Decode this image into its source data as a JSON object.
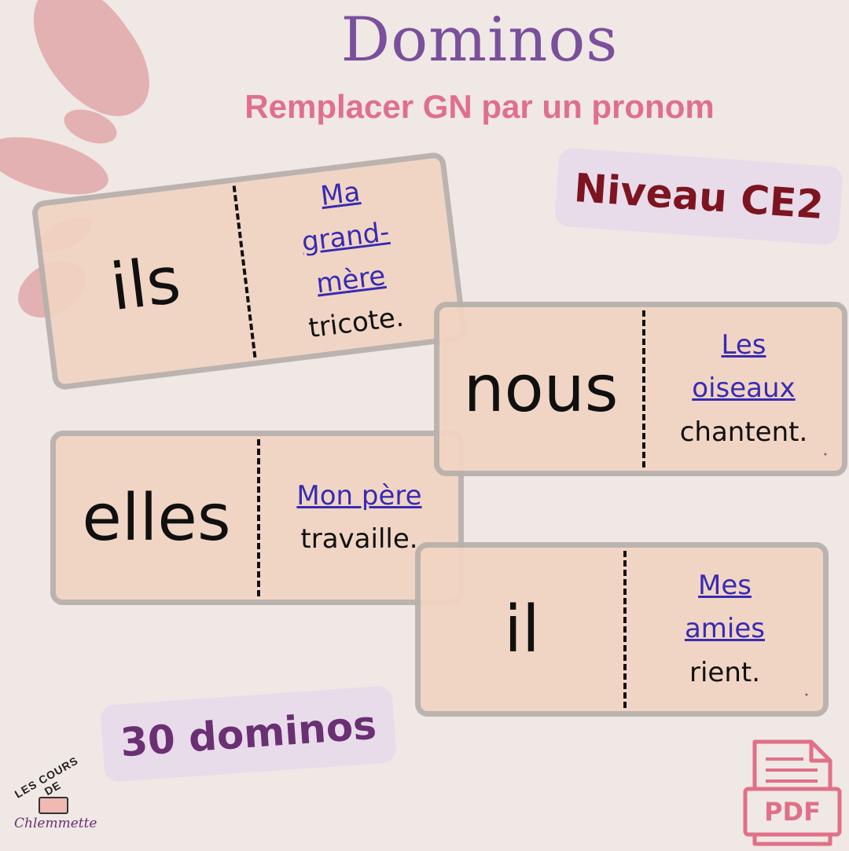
{
  "header": {
    "title": "Dominos",
    "subtitle": "Remplacer GN par un pronom"
  },
  "tags": {
    "level": "Niveau CE2",
    "count": "30 dominos"
  },
  "dominos": [
    {
      "pronoun": "ils",
      "gn": [
        "Ma",
        "grand-",
        "mère"
      ],
      "verb": "tricote."
    },
    {
      "pronoun": "nous",
      "gn": [
        "Les",
        "oiseaux"
      ],
      "verb": "chantent."
    },
    {
      "pronoun": "elles",
      "gn": [
        "Mon père"
      ],
      "verb": "travaille."
    },
    {
      "pronoun": "il",
      "gn": [
        "Mes",
        "amies"
      ],
      "verb": "rient."
    }
  ],
  "logo": {
    "top": "LES COURS DE",
    "name": "Chlemmette"
  },
  "pdf_label": "PDF",
  "colors": {
    "title": "#7a4f9c",
    "subtitle": "#e06f8e",
    "level": "#7d1420",
    "count": "#6b2f73",
    "gn": "#2a1db0",
    "domino_bg": "#f2d4c2",
    "pdf": "#e07088"
  }
}
